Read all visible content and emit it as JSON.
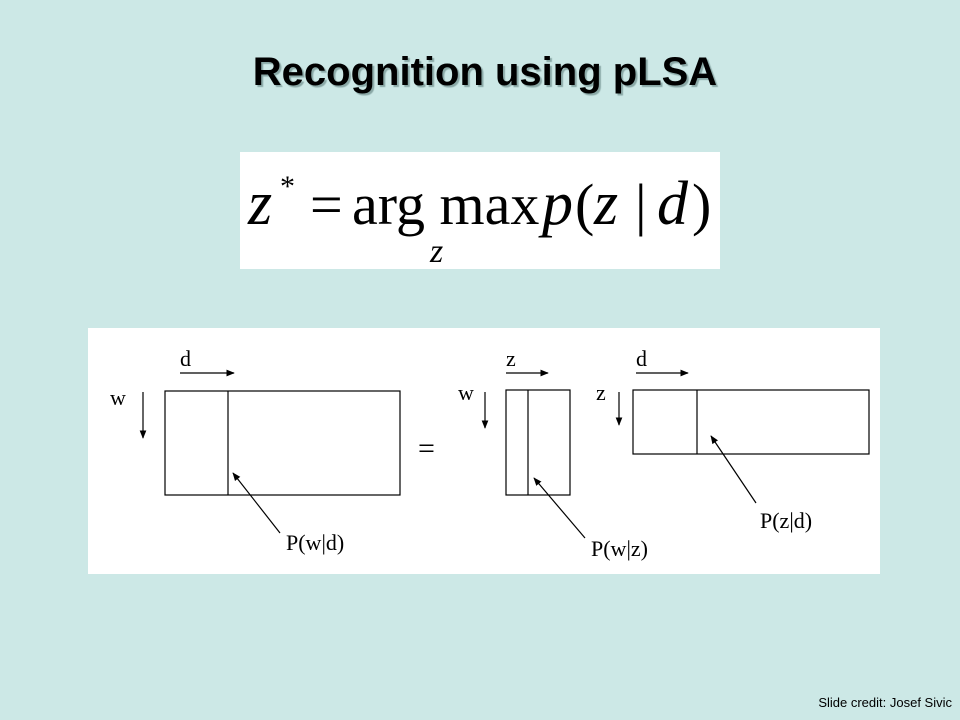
{
  "slide": {
    "title": "Recognition using pLSA",
    "credit": "Slide credit: Josef Sivic"
  },
  "formula": {
    "lhs": "z",
    "star": "*",
    "eq": "=",
    "argmax": "arg max",
    "func": "p",
    "open": "(",
    "arg1": "z",
    "bar": "|",
    "arg2": "d",
    "close": ")",
    "subscript": "z"
  },
  "diagram": {
    "m1": {
      "col_label": "d",
      "row_label": "w",
      "factor_label": "P(w|d)"
    },
    "equals": "=",
    "m2": {
      "col_label": "z",
      "row_label": "w",
      "factor_label": "P(w|z)"
    },
    "m3": {
      "col_label": "d",
      "row_label": "z",
      "factor_label": "P(z|d)"
    }
  }
}
